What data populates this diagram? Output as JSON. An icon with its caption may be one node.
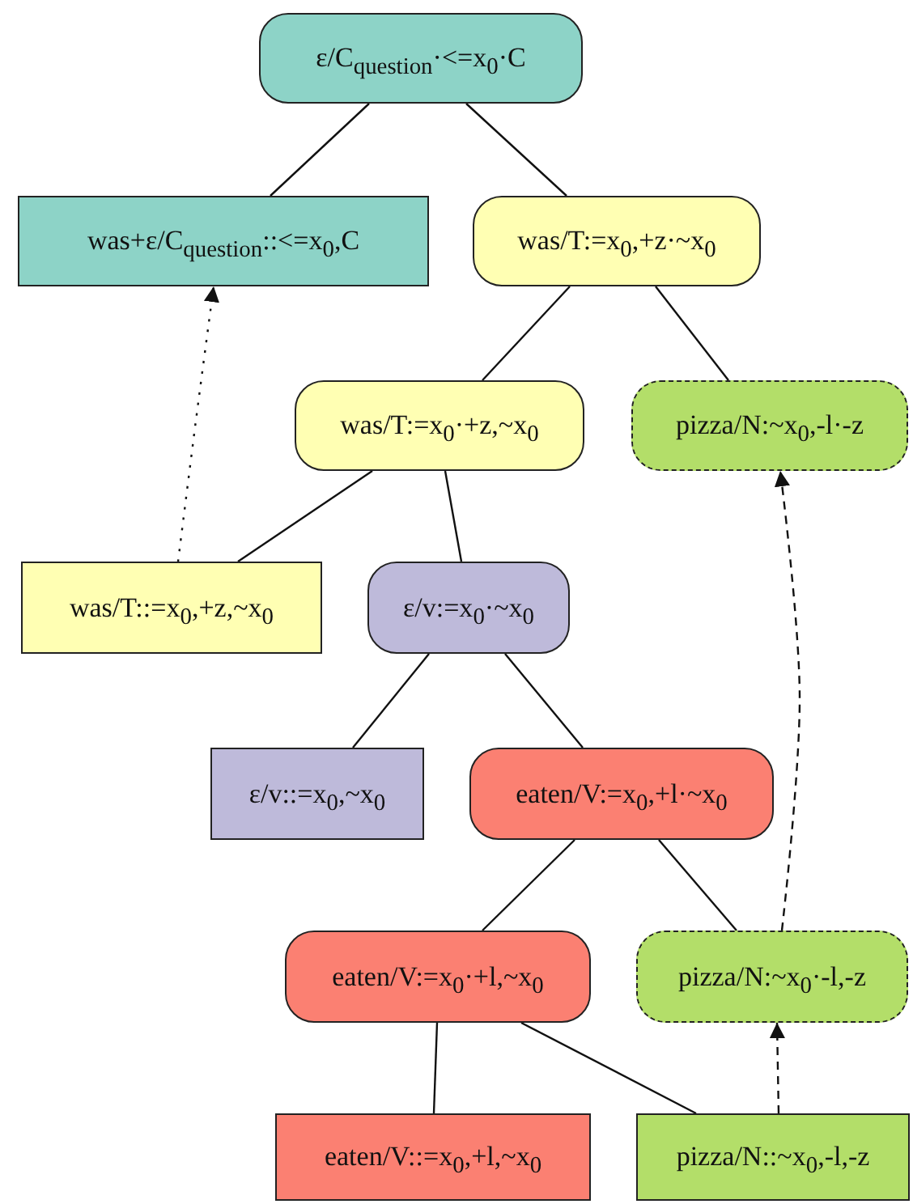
{
  "diagram": {
    "nodes": [
      {
        "text": [
          "ε/C$_{question}$·<=x$_{0}$·C"
        ]
      },
      {
        "text": [
          "was+ε/C$_{question}$::<=x$_{0}$,C"
        ]
      },
      {
        "text": [
          "was/T:=x$_{0}$,+z·~x$_{0}$"
        ]
      },
      {
        "text": [
          "was/T:=x$_{0}$·+z,~x$_{0}$"
        ]
      },
      {
        "text": [
          "pizza/N:~x$_{0}$,-l·-z"
        ]
      },
      {
        "text": [
          "was/T::=x$_{0}$,+z,~x$_{0}$"
        ]
      },
      {
        "text": [
          "ε/v:=x$_{0}$·~x$_{0}$"
        ]
      },
      {
        "text": [
          "ε/v::=x$_{0}$,~x$_{0}$"
        ]
      },
      {
        "text": [
          "eaten/V:=x$_{0}$,+l·~x$_{0}$"
        ]
      },
      {
        "text": [
          "eaten/V:=x$_{0}$·+l,~x$_{0}$"
        ]
      },
      {
        "text": [
          "pizza/N:~x$_{0}$·-l,-z"
        ]
      },
      {
        "text": [
          "eaten/V::=x$_{0}$,+l,~x$_{0}$"
        ]
      },
      {
        "text": [
          "pizza/N::~x$_{0}$,-l,-z"
        ]
      }
    ],
    "edges": [
      {
        "from": 0,
        "to": 1,
        "arrow": "none"
      },
      {
        "from": 0,
        "to": 2,
        "arrow": "none"
      },
      {
        "from": 2,
        "to": 3,
        "arrow": "none"
      },
      {
        "from": 2,
        "to": 4,
        "arrow": "none"
      },
      {
        "from": 3,
        "to": 5,
        "arrow": "none"
      },
      {
        "from": 3,
        "to": 6,
        "arrow": "none"
      },
      {
        "from": 6,
        "to": 7,
        "arrow": "none"
      },
      {
        "from": 6,
        "to": 8,
        "arrow": "none"
      },
      {
        "from": 8,
        "to": 9,
        "arrow": "none"
      },
      {
        "from": 8,
        "to": 10,
        "arrow": "none"
      },
      {
        "from": 9,
        "to": 11,
        "arrow": "none"
      },
      {
        "from": 9,
        "to": 12,
        "arrow": "none"
      },
      {
        "from": 5,
        "to": 1,
        "arrow": "to",
        "style": "dashed"
      },
      {
        "from": 10,
        "to": 4,
        "arrow": "to",
        "style": "dashed"
      },
      {
        "from": 12,
        "to": 10,
        "arrow": "to",
        "style": "dashed"
      }
    ]
  }
}
